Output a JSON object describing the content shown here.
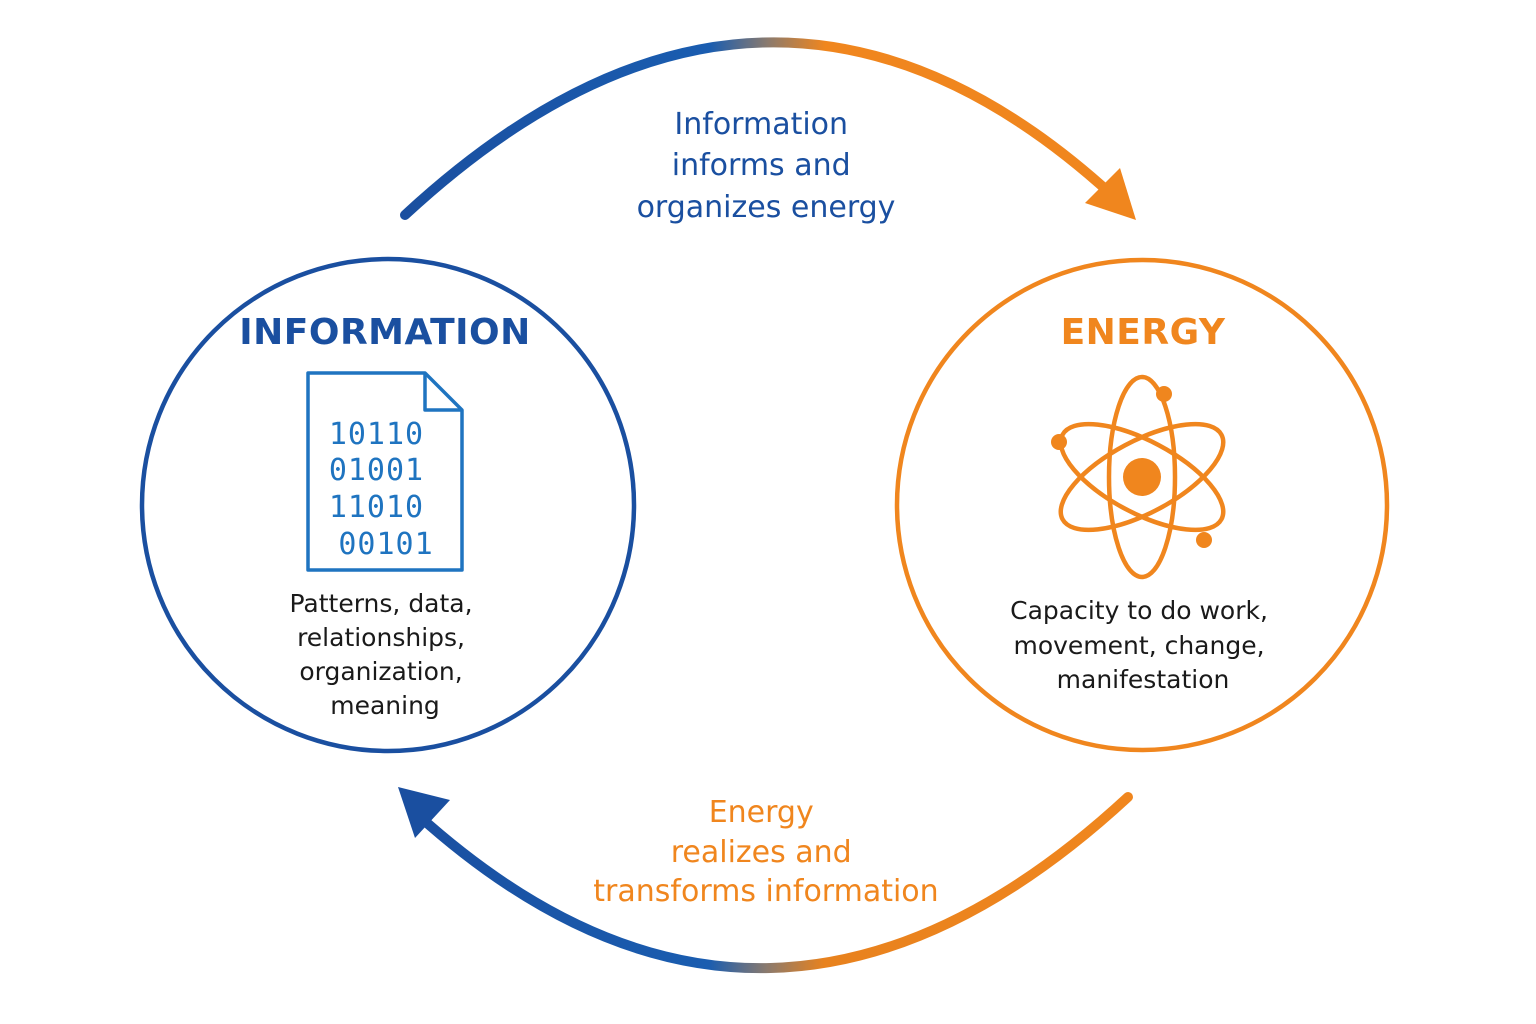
{
  "colors": {
    "information": "#1a4fa0",
    "information_light": "#1f74c0",
    "energy": "#f0861e",
    "text": "#1a1a1a"
  },
  "information": {
    "title": "INFORMATION",
    "icon": "binary-document-icon",
    "binary_lines": [
      "10110",
      "01001",
      "11010",
      "00101"
    ],
    "description_lines": [
      "Patterns, data,",
      "relationships,",
      "organization,",
      "meaning"
    ]
  },
  "energy": {
    "title": "ENERGY",
    "icon": "atom-icon",
    "description_lines": [
      "Capacity to do work,",
      "movement, change,",
      "manifestation"
    ]
  },
  "flows": {
    "top": {
      "lines": [
        "Information",
        "informs and",
        "organizes energy"
      ]
    },
    "bottom": {
      "lines": [
        "Energy",
        "realizes and",
        "transforms information"
      ]
    }
  }
}
